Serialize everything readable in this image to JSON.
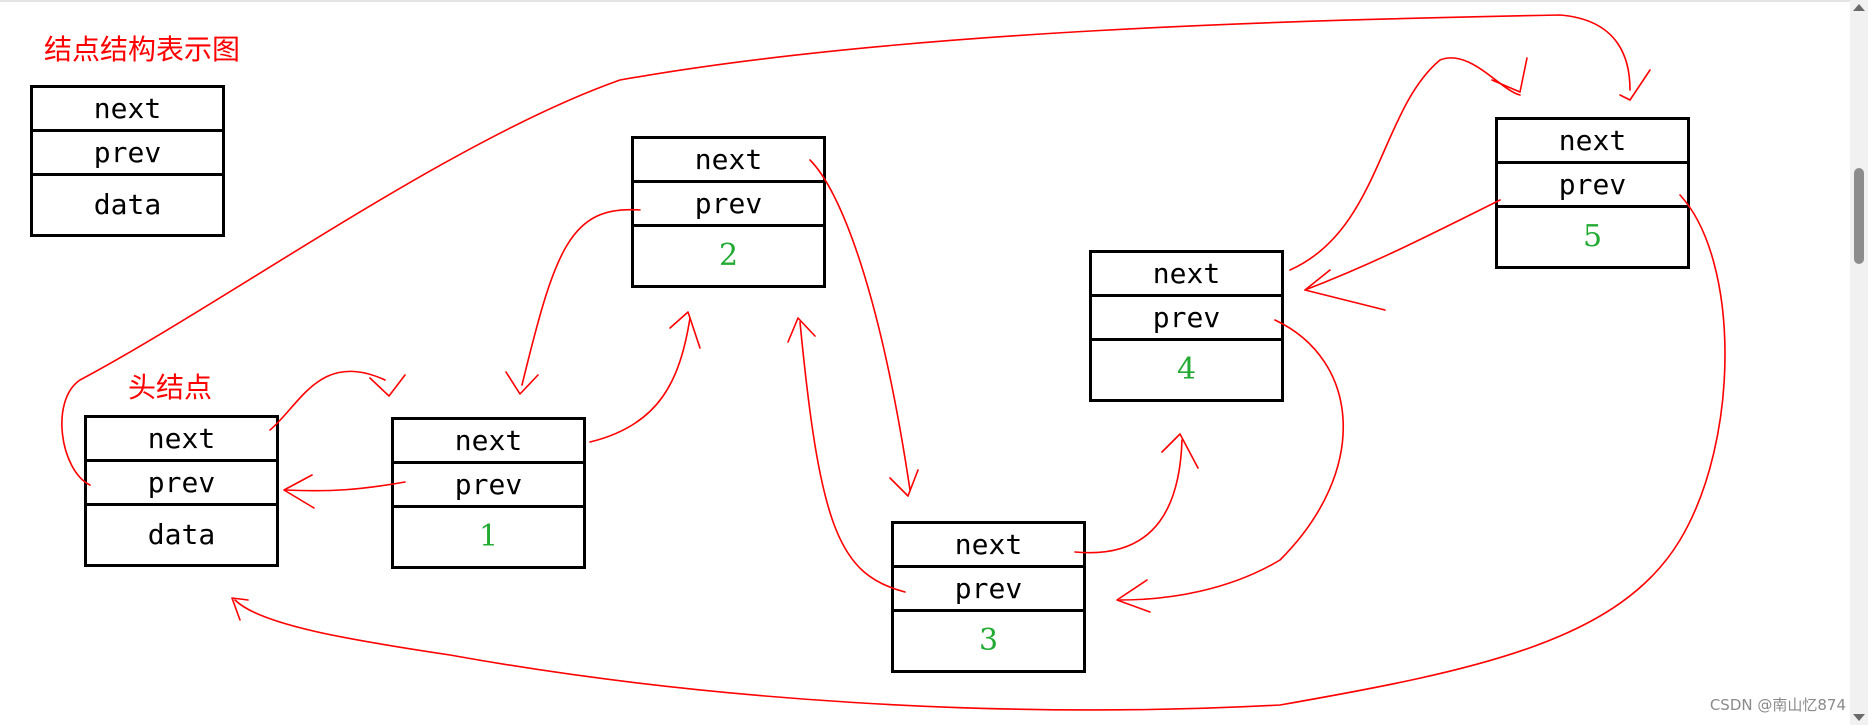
{
  "labels": {
    "title": "结点结构表示图",
    "head_title": "头结点"
  },
  "nodes": {
    "legend": {
      "next": "next",
      "prev": "prev",
      "data": "data"
    },
    "head": {
      "next": "next",
      "prev": "prev",
      "data": "data"
    },
    "n1": {
      "next": "next",
      "prev": "prev",
      "data": "1"
    },
    "n2": {
      "next": "next",
      "prev": "prev",
      "data": "2"
    },
    "n3": {
      "next": "next",
      "prev": "prev",
      "data": "3"
    },
    "n4": {
      "next": "next",
      "prev": "prev",
      "data": "4"
    },
    "n5": {
      "next": "next",
      "prev": "prev",
      "data": "5"
    }
  },
  "watermark": "CSDN @南山忆874",
  "colors": {
    "arrow": "#ff0000",
    "number": "#22aa33",
    "border": "#000000"
  }
}
